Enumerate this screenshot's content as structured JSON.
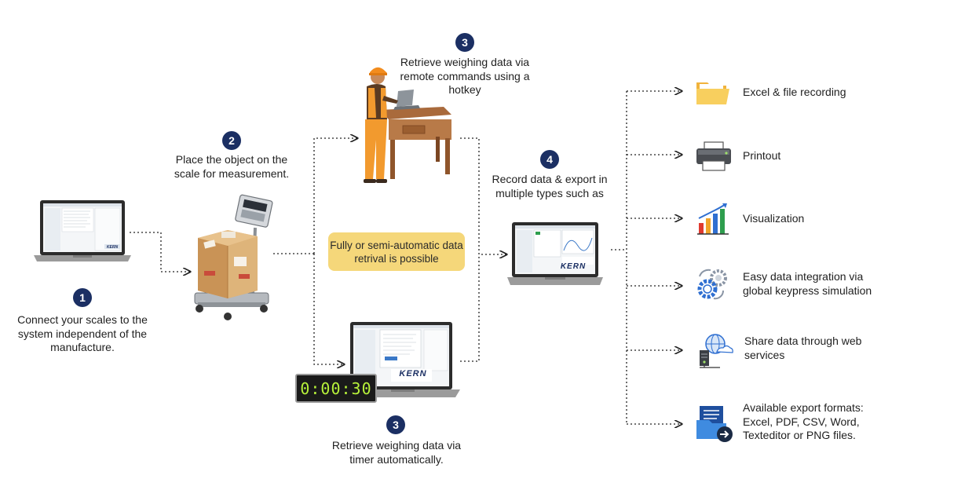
{
  "steps": [
    {
      "number": "1",
      "text": "Connect your scales to the system independent of the manufacture."
    },
    {
      "number": "2",
      "text": "Place the object on the scale for measurement."
    },
    {
      "number": "3",
      "text": "Retrieve weighing data via remote commands using a hotkey"
    },
    {
      "number": "3",
      "text": "Retrieve weighing data via timer automatically."
    },
    {
      "number": "4",
      "text": "Record data & export in multiple types such as"
    }
  ],
  "note": "Fully or semi-automatic data retrival is possible",
  "brand": "KERN",
  "timer_display": "0:00:30",
  "outputs": [
    {
      "label": "Excel & file recording",
      "icon": "folder-icon"
    },
    {
      "label": "Printout",
      "icon": "printer-icon"
    },
    {
      "label": "Visualization",
      "icon": "bar-chart-icon"
    },
    {
      "label": "Easy data integration via\nglobal keypress simulation",
      "icon": "gears-icon"
    },
    {
      "label": "Share data through web\nservices",
      "icon": "web-services-icon"
    },
    {
      "label": "Available export formats:\nExcel, PDF, CSV, Word,\nTexteditor or PNG files.",
      "icon": "export-file-icon"
    }
  ],
  "colors": {
    "badge": "#1b2f63",
    "note_bg": "#f5d77a",
    "connector": "#222222"
  }
}
